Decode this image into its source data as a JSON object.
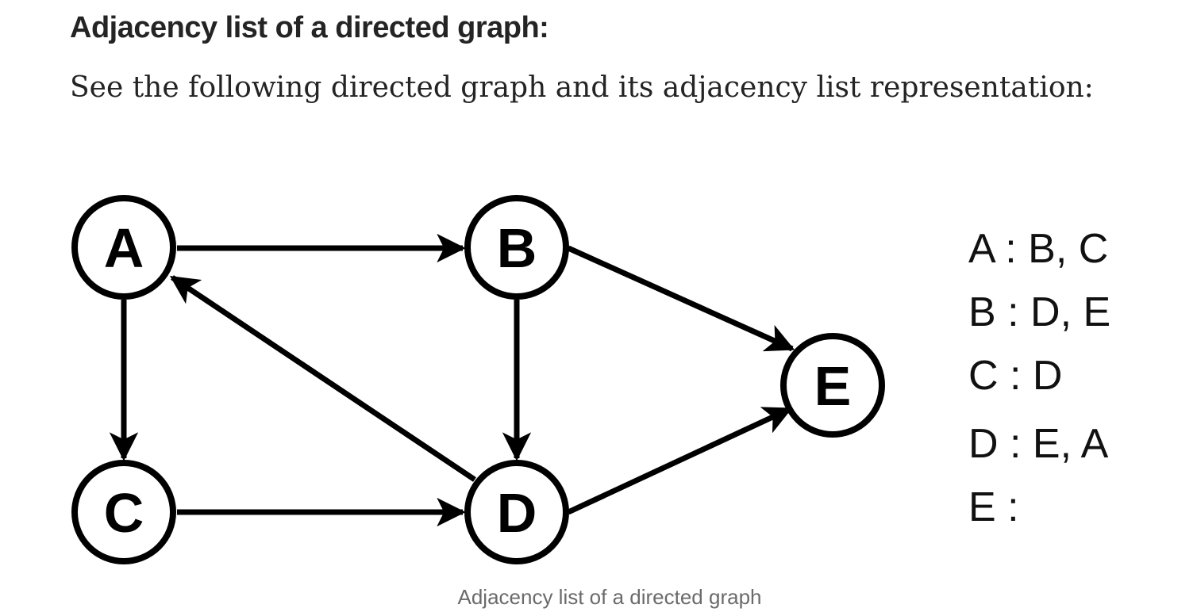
{
  "heading": "Adjacency list of a directed graph:",
  "intro": "See the following directed graph and its adjacency list representation:",
  "graph": {
    "nodes": [
      "A",
      "B",
      "C",
      "D",
      "E"
    ],
    "edges": [
      {
        "from": "A",
        "to": "B"
      },
      {
        "from": "A",
        "to": "C"
      },
      {
        "from": "B",
        "to": "D"
      },
      {
        "from": "B",
        "to": "E"
      },
      {
        "from": "C",
        "to": "D"
      },
      {
        "from": "D",
        "to": "E"
      },
      {
        "from": "D",
        "to": "A"
      }
    ]
  },
  "adjacency_list": [
    "A : B, C",
    "B : D, E",
    "C : D",
    "D : E, A",
    "E :"
  ],
  "caption": "Adjacency list of a directed graph"
}
